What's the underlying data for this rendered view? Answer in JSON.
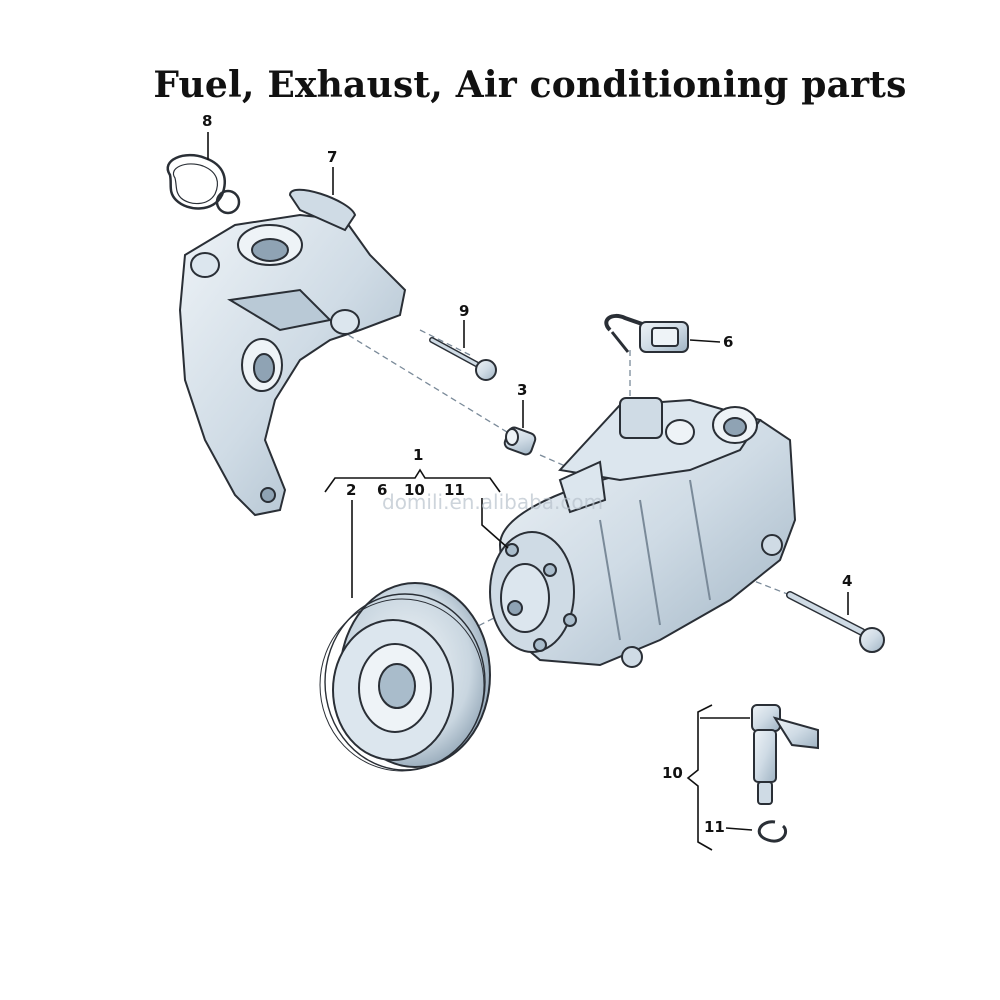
{
  "title": "Fuel, Exhaust, Air conditioning parts",
  "watermark": "domili.en.alibaba.com",
  "callouts": {
    "c1": "1",
    "c2": "2",
    "c3": "3",
    "c4": "4",
    "c6_top": "6",
    "c6_group": "6",
    "c7": "7",
    "c8": "8",
    "c9": "9",
    "c10_group": "10",
    "c11_group": "11",
    "c10_detail": "10",
    "c11_detail": "11"
  },
  "colors": {
    "part_fill": "#dce6ee",
    "part_shade": "#a9bccb",
    "part_stroke": "#2a2f36",
    "leader": "#111111",
    "dash": "#7a8a99"
  }
}
